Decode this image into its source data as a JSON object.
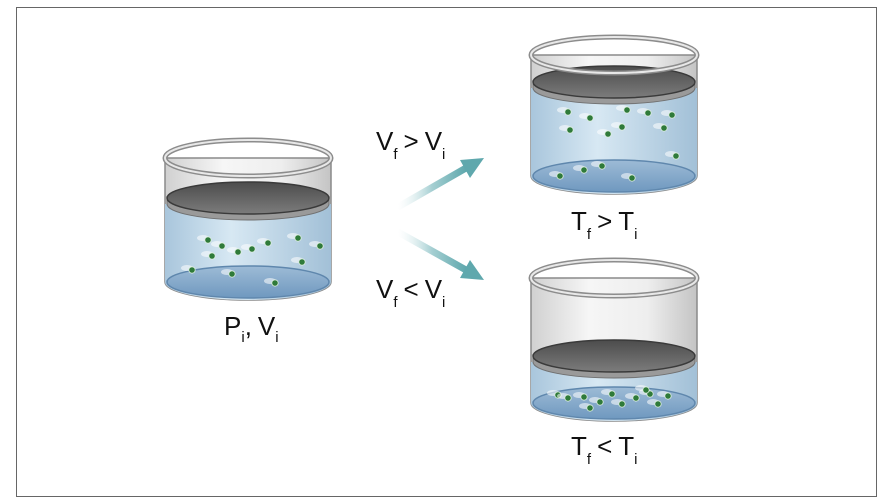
{
  "labels": {
    "initial": {
      "a": "P",
      "a_sub": "i",
      "sep": ",",
      "b": "V",
      "b_sub": "i"
    },
    "expand": {
      "a": "V",
      "a_sub": "f",
      "op": ">",
      "b": "V",
      "b_sub": "i"
    },
    "compress": {
      "a": "V",
      "a_sub": "f",
      "op": "<",
      "b": "V",
      "b_sub": "i"
    },
    "hot": {
      "a": "T",
      "a_sub": "f",
      "op": ">",
      "b": "T",
      "b_sub": "i"
    },
    "cold": {
      "a": "T",
      "a_sub": "f",
      "op": "<",
      "b": "T",
      "b_sub": "i"
    }
  },
  "colors": {
    "gas": "#bcd6e8",
    "gas_dark": "#7ea8cc",
    "piston": "#5e5e5e",
    "molecule": "#2f7a3a",
    "arrow": "#5fa8ad"
  }
}
